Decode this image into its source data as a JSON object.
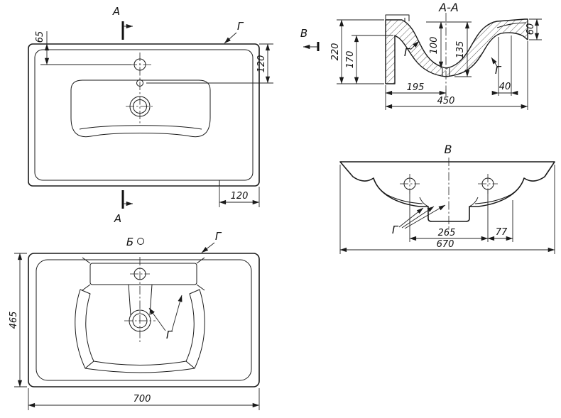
{
  "page": {
    "background": "#ffffff",
    "line_color": "#1a1a1a"
  },
  "top_view": {
    "section_mark_top": "A",
    "section_mark_bottom": "A",
    "surface_label": "Г",
    "dim_faucet_offset": "65",
    "dim_rim_depth": "120",
    "dim_right_ledge": "120"
  },
  "bottom_view": {
    "view_label": "Б",
    "surface_label_top": "Г",
    "surface_label_inner": "Г",
    "dim_depth": "465",
    "dim_width": "700"
  },
  "section_a_a": {
    "title": "A-A",
    "view_direction_label": "В",
    "surface_label_left": "Г",
    "surface_label_right": "Г",
    "dim_total_height": "220",
    "dim_skirt_height": "170",
    "dim_bowl_depth": "100",
    "dim_bowl_outer_depth": "135",
    "dim_front_edge": "60",
    "dim_drain_offset": "195",
    "dim_overflow": "40",
    "dim_depth_total": "450"
  },
  "view_b": {
    "title": "В",
    "surface_label": "Г",
    "dim_holes_span": "265",
    "dim_side_offset": "77",
    "dim_width": "670"
  }
}
